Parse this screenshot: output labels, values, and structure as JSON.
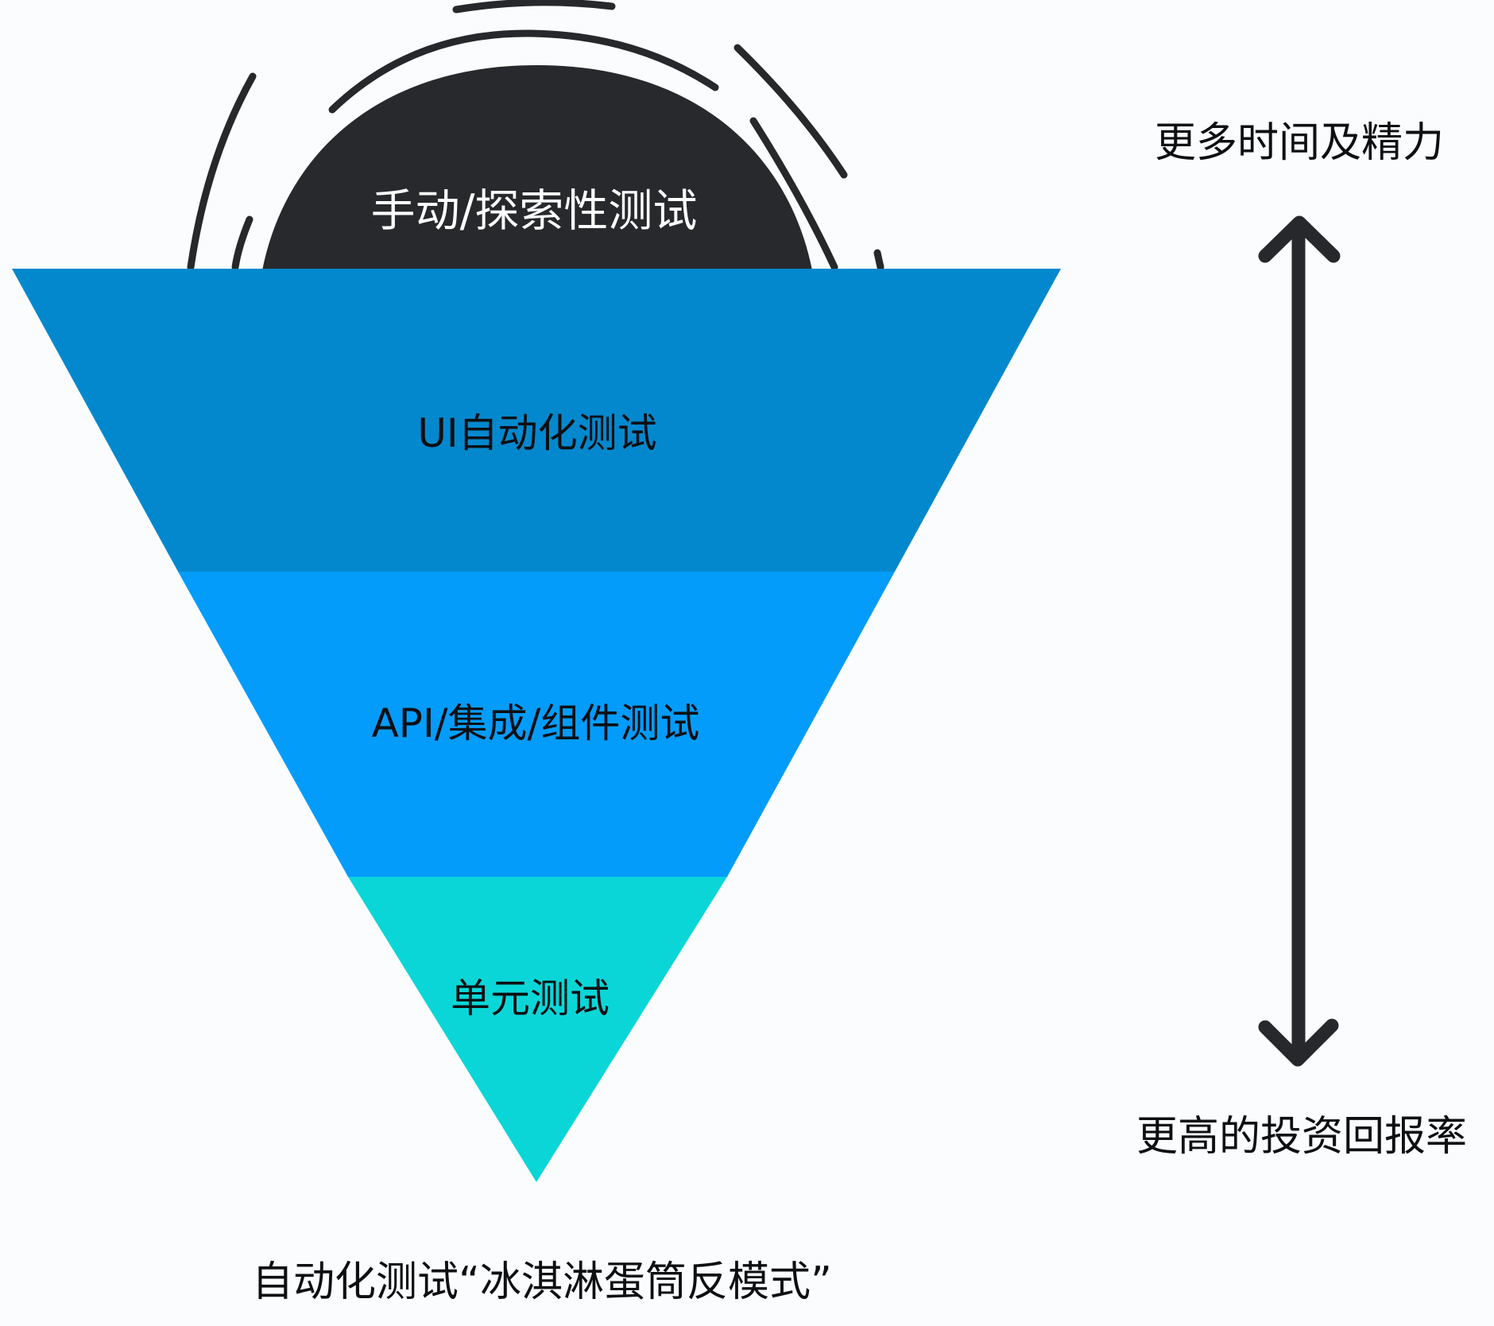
{
  "diagram": {
    "type": "inverted-pyramid",
    "caption": "自动化测试“冰淇淋蛋筒反模式”",
    "dome": {
      "label": "手动/探索性测试",
      "fill": "#27292c",
      "text_color": "#ffffff"
    },
    "layers": [
      {
        "id": "ui",
        "label": "UI自动化测试",
        "fill": "#0388ce",
        "text_color": "#0d0f12"
      },
      {
        "id": "api",
        "label": "API/集成/组件测试",
        "fill": "#039cfb",
        "text_color": "#0d0f12"
      },
      {
        "id": "unit",
        "label": "单元测试",
        "fill": "#0ad6d8",
        "text_color": "#0d0f12"
      }
    ],
    "axis": {
      "top_label": "更多时间及精力",
      "bottom_label": "更高的投资回报率",
      "arrow_icon": "double-headed-vertical-arrow",
      "color": "#26282b"
    },
    "decoration_color": "#26282b",
    "background": "#fbfcfd"
  }
}
